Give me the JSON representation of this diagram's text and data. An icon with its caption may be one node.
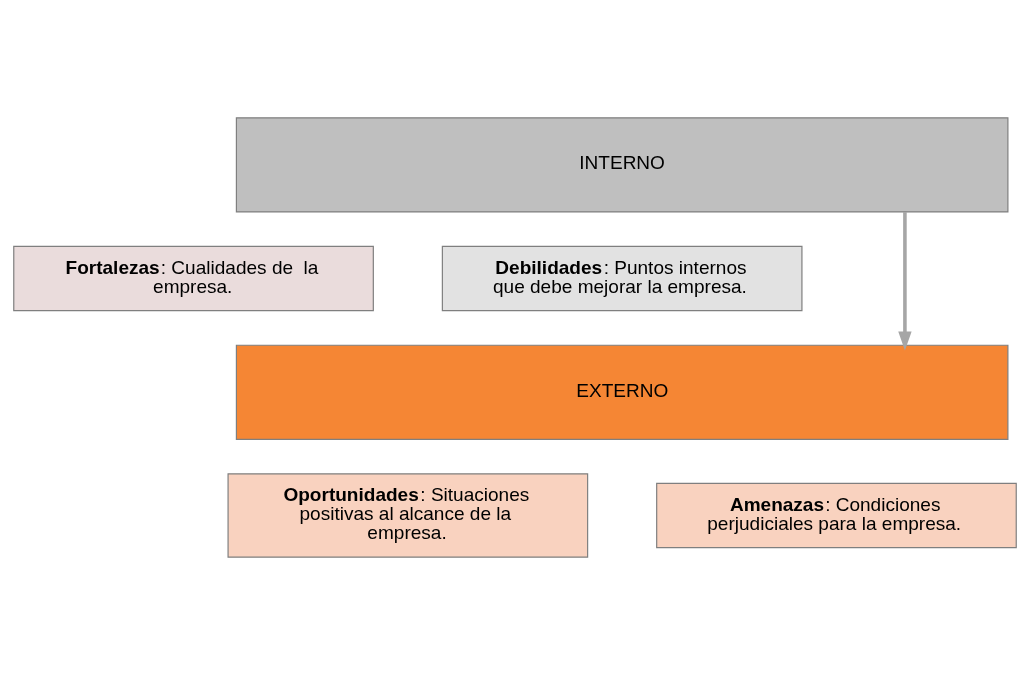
{
  "diagram": {
    "nodes": [
      {
        "text": [
          "INTERNO"
        ]
      },
      {
        "text": [
          "**Fortalezas**: Cualidades de  la empresa."
        ]
      },
      {
        "text": [
          "**Debilidades**: Puntos internos que debe mejorar la empresa."
        ]
      },
      {
        "text": [
          "EXTERNO"
        ]
      },
      {
        "text": [
          "**Oportunidades**: Situaciones positivas al alcance de la empresa."
        ]
      },
      {
        "text": [
          "**Amenazas**: Condiciones perjudiciales para la empresa."
        ]
      }
    ],
    "edges": [
      {
        "from": 0,
        "to": 3,
        "arrow": "to"
      }
    ]
  }
}
